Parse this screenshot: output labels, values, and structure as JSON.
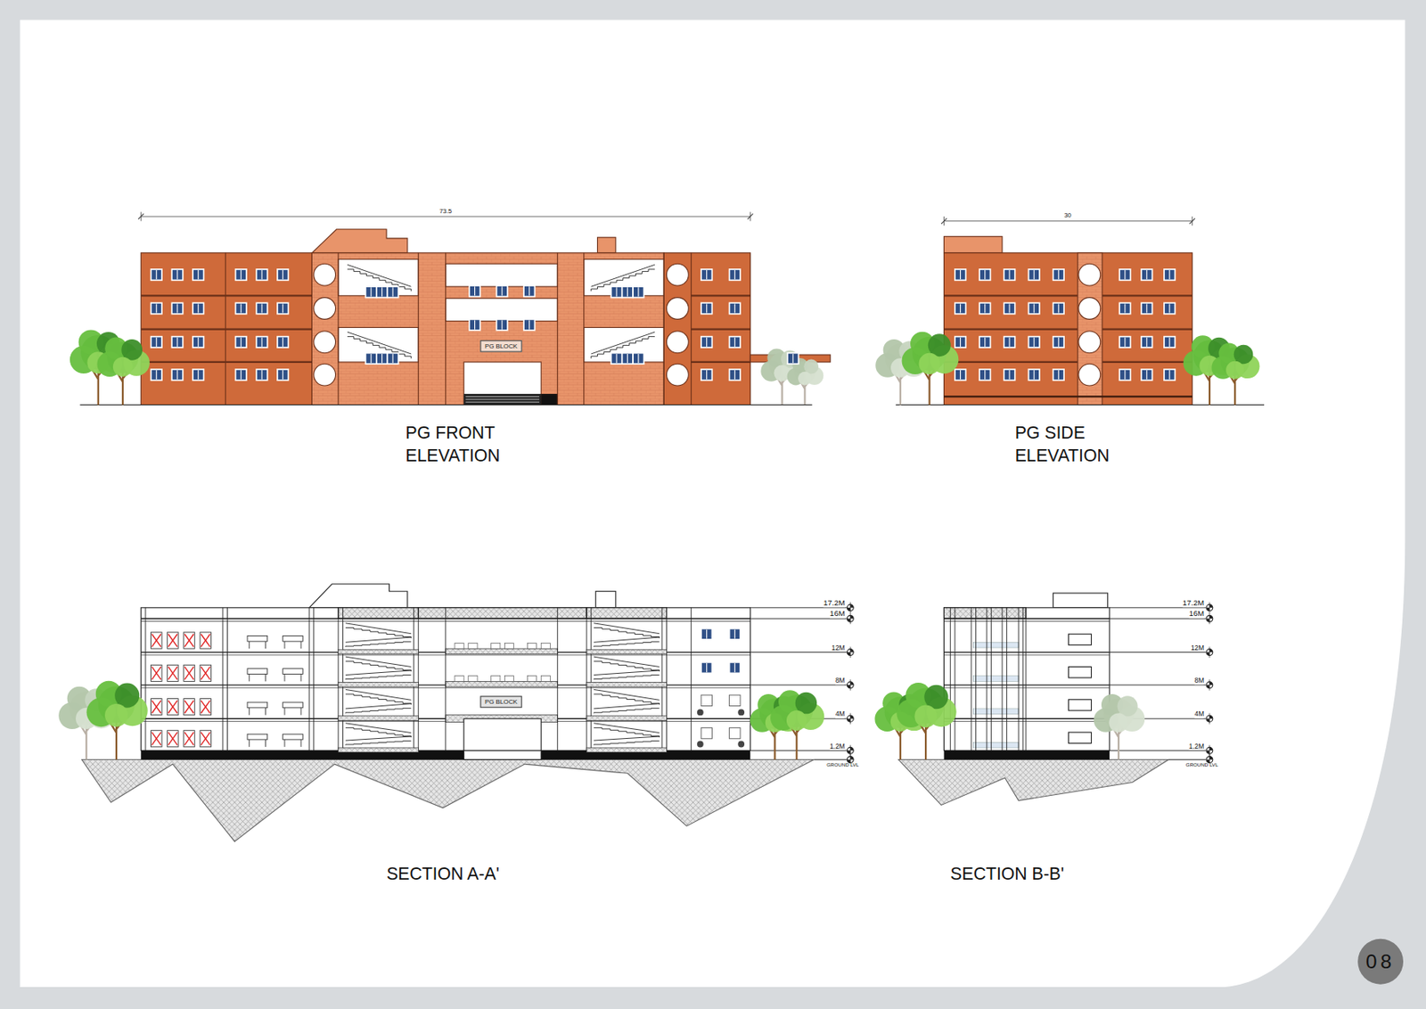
{
  "diagram": {
    "nodes": [
      {
        "text": [
          "PG BLOCK"
        ]
      },
      {
        "text": [
          "PG BLOCK"
        ]
      },
      {
        "text": [
          "08"
        ]
      }
    ],
    "labels": [
      "73.5",
      "30",
      "PG FRONT ELEVATION",
      "PG SIDE ELEVATION",
      "17.2M",
      "16M",
      "12M",
      "8M",
      "4M",
      "1.2M",
      "GROUND LVL",
      "17.2M",
      "16M",
      "12M",
      "8M",
      "4M",
      "1.2M",
      "GROUND LVL",
      "SECTION A-A'",
      "SECTION B-B'"
    ]
  }
}
